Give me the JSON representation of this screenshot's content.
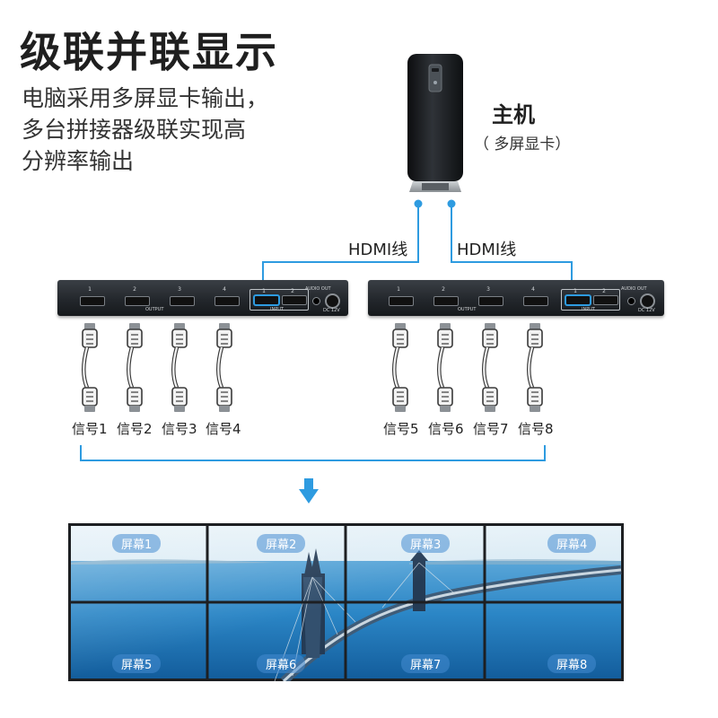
{
  "title": "级联并联显示",
  "description_lines": [
    "电脑采用多屏显卡输出，",
    "多台拼接器级联实现高",
    "分辨率输出"
  ],
  "host": {
    "label": "主机",
    "sublabel": "（ 多屏显卡）"
  },
  "cables": {
    "left_label": "HDMI线",
    "right_label": "HDMI线"
  },
  "splitter": {
    "output_labels": [
      "1",
      "2",
      "3",
      "4"
    ],
    "input_labels": [
      "1",
      "2"
    ],
    "output_tag": "OUTPUT",
    "input_tag": "INPUT",
    "audio_tag": "AUDIO OUT",
    "dc_tag": "DC 12V"
  },
  "signals_left": [
    "信号1",
    "信号2",
    "信号3",
    "信号4"
  ],
  "signals_right": [
    "信号5",
    "信号6",
    "信号7",
    "信号8"
  ],
  "screens": [
    "屏幕1",
    "屏幕2",
    "屏幕3",
    "屏幕4",
    "屏幕5",
    "屏幕6",
    "屏幕7",
    "屏幕8"
  ],
  "colors": {
    "accent": "#2e9be0",
    "device": "#23272c",
    "cable": "#e6e6e6",
    "sky": "#d5e9f5",
    "sea": "#1f7fc4"
  }
}
